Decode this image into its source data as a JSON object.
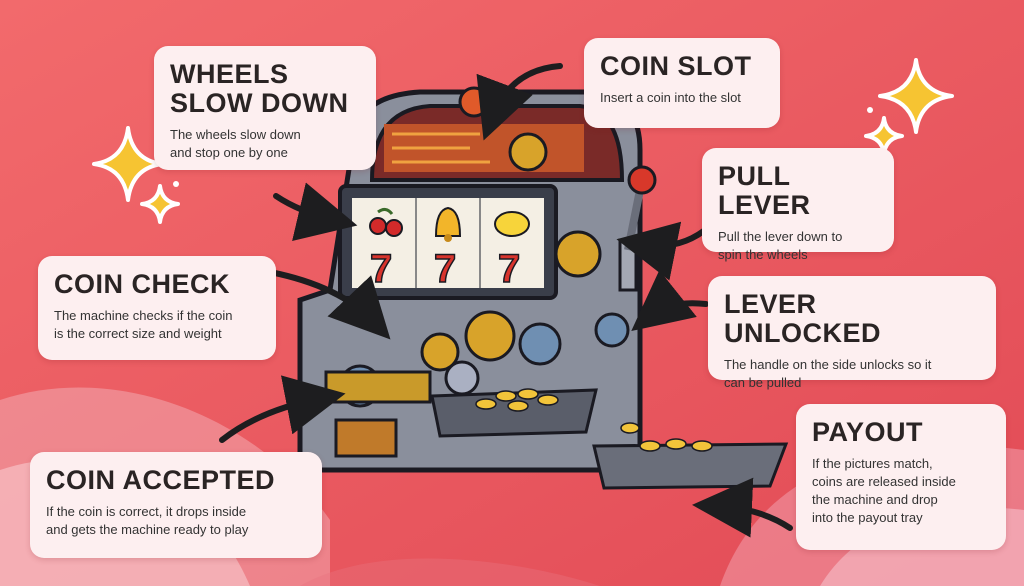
{
  "colors": {
    "background": "#ee5a5e",
    "card": "#fdeff0",
    "sparkle": "#f6c432",
    "arrow": "#1d1d1f"
  },
  "icons": [
    "sparkle-icon",
    "cherry-icon",
    "bell-icon",
    "lemon-icon",
    "seven-icon",
    "gear-icon",
    "coin-icon",
    "lever-icon"
  ],
  "reels": {
    "top": [
      "cherry",
      "bell",
      "lemon"
    ],
    "bottom": [
      "7",
      "7",
      "7"
    ]
  },
  "steps": {
    "coin_slot": {
      "title": "COIN SLOT",
      "text": "Insert a coin into the slot"
    },
    "wheels_slow": {
      "title_line1": "WHEELS",
      "title_line2": "SLOW DOWN",
      "text_line1": "The wheels slow down",
      "text_line2": "and stop one by one"
    },
    "pull_lever": {
      "title": "PULL LEVER",
      "text_line1": "Pull the lever down to",
      "text_line2": "spin the wheels"
    },
    "coin_check": {
      "title": "COIN CHECK",
      "text_line1": "The machine checks if the coin",
      "text_line2": "is the correct size and weight"
    },
    "lever_unlocked": {
      "title": "LEVER UNLOCKED",
      "text_line1": "The handle on the side unlocks so it",
      "text_line2": "can be pulled"
    },
    "payout": {
      "title": "PAYOUT",
      "text_line1": "If the pictures match,",
      "text_line2": "coins are released inside",
      "text_line3": "the machine and drop",
      "text_line4": "into the payout tray"
    },
    "coin_accepted": {
      "title": "COIN ACCEPTED",
      "text_line1": "If the coin is correct, it drops inside",
      "text_line2": "and gets the machine ready to play"
    }
  }
}
